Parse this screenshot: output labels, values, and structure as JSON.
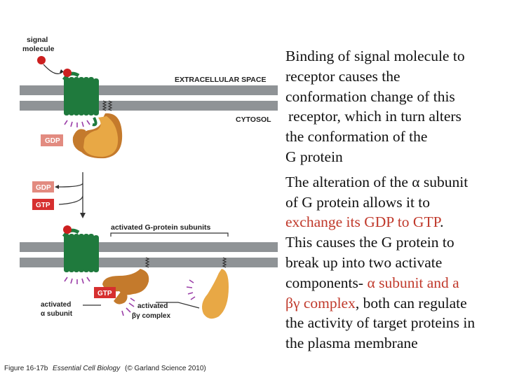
{
  "diagram": {
    "signal_label_1": "signal",
    "signal_label_2": "molecule",
    "extracellular": "EXTRACELLULAR SPACE",
    "cytosol": "CYTOSOL",
    "gdp": "GDP",
    "gtp": "GTP",
    "activated_subunits": "activated G-protein subunits",
    "alpha_label_1": "activated",
    "alpha_label_2": "α subunit",
    "bg_label_1": "activated",
    "bg_label_2": "βγ complex",
    "colors": {
      "membrane": "#8f9396",
      "receptor": "#1f7a3d",
      "signal": "#cc1f1f",
      "alpha_subunit": "#c47a2c",
      "bg_complex": "#e8a845",
      "gdp_badge": "#e28b80",
      "gtp_badge": "#d62f2f"
    }
  },
  "caption": {
    "fig": "Figure 16-17b",
    "book": "Essential Cell Biology",
    "credit": "(© Garland Science 2010)"
  },
  "text": {
    "p1_lines": [
      "Binding of signal molecule to",
      "receptor causes the",
      "conformation change of this",
      " receptor, which in turn alters",
      "the conformation of the",
      "G protein"
    ],
    "p2_l1": "The alteration of the α subunit",
    "p2_l2": "of G protein allows it to",
    "p2_l3_red": "exchange its GDP to GTP",
    "p2_l3_end": ".",
    "p2_l4": "This causes the G protein to",
    "p2_l5": "break up into two activate",
    "p2_l6_a": "components- ",
    "p2_l6_red": "α subunit and a",
    "p2_l7_red": "βγ complex",
    "p2_l7_end": ", both can regulate",
    "p2_l8": "the activity of target proteins in",
    "p2_l9": "the plasma membrane"
  }
}
